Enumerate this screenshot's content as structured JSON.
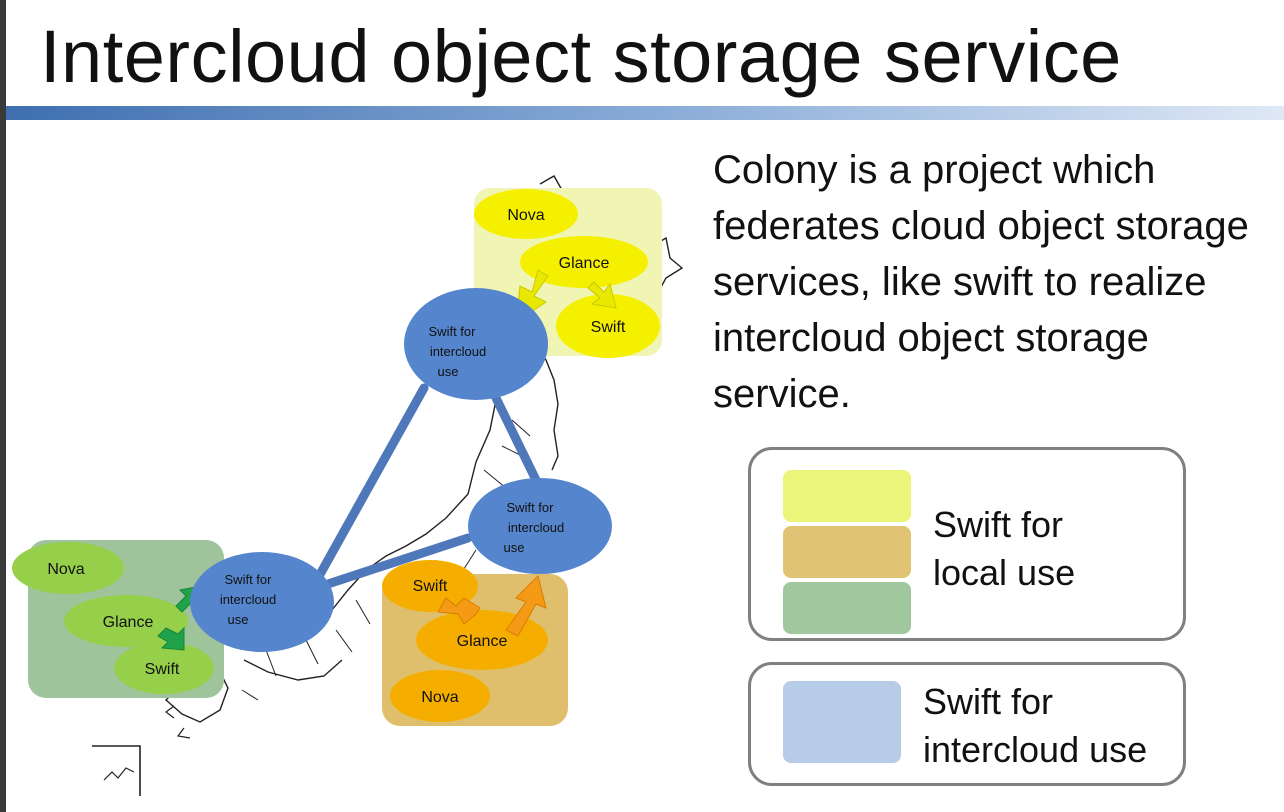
{
  "slide": {
    "title": "Intercloud object storage service",
    "description": "Colony is a project which federates cloud object storage services, like swift to realize intercloud object storage service."
  },
  "legend": {
    "local_label_1": "Swift for",
    "local_label_2": "local use",
    "intercloud_label_1": "Swift for",
    "intercloud_label_2": "intercloud use"
  },
  "colors": {
    "yellow_region": "#f0f5b4",
    "yellow_node": "#f5f000",
    "yellow_arrow": "#e8e800",
    "orange_region": "#e0bf6c",
    "orange_node": "#f5ae00",
    "orange_arrow": "#f59a16",
    "green_region": "#9fc49c",
    "green_node": "#96cf4a",
    "green_arrow": "#20a24a",
    "blue_node": "#5585cc",
    "blue_link": "#4f78bb",
    "legend_yellow": "#ebf57a",
    "legend_orange": "#e0c373",
    "legend_green": "#a0c79e",
    "legend_blue": "#b7cce6"
  },
  "diagram": {
    "north": {
      "nova": "Nova",
      "glance": "Glance",
      "swift": "Swift"
    },
    "south": {
      "swift": "Swift",
      "glance": "Glance",
      "nova": "Nova"
    },
    "west": {
      "nova": "Nova",
      "glance": "Glance",
      "swift": "Swift"
    },
    "intercloud_north": [
      "Swift for",
      "intercloud",
      "use"
    ],
    "intercloud_center": [
      "Swift for",
      "intercloud",
      "use"
    ],
    "intercloud_west": [
      "Swift for",
      "intercloud",
      "use"
    ]
  }
}
